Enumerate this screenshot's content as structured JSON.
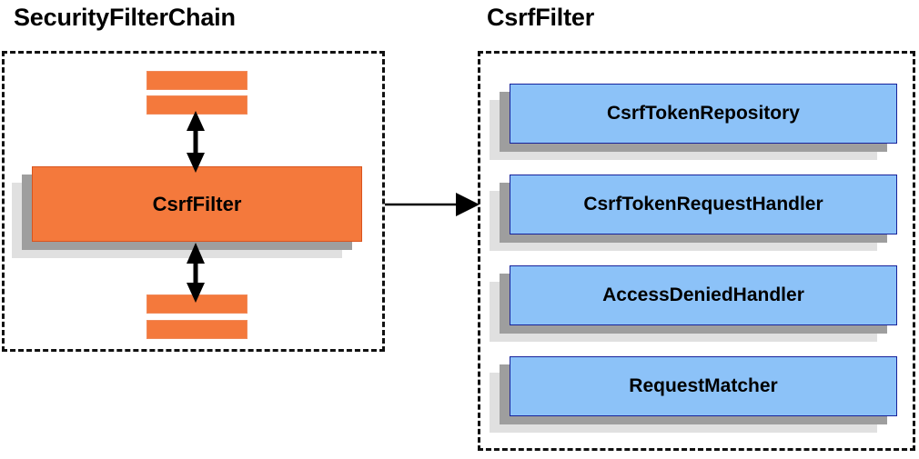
{
  "diagram": {
    "title_left": "SecurityFilterChain",
    "title_right": "CsrfFilter",
    "colors": {
      "orange_fill": "#F4793C",
      "orange_border": "#D9541E",
      "blue_fill": "#8CC2F8",
      "blue_border": "#16229B",
      "shadow_near": "#9E9E9E",
      "shadow_far": "#E0E0E0",
      "panel_border": "#111111",
      "text": "#000000"
    }
  },
  "left_panel": {
    "title": "SecurityFilterChain",
    "filter_box": {
      "label": "CsrfFilter"
    },
    "bars_above": [
      {
        "label": ""
      },
      {
        "label": ""
      }
    ],
    "bars_below": [
      {
        "label": ""
      },
      {
        "label": ""
      }
    ],
    "arrows": {
      "top": "double-headed-vertical",
      "bottom": "double-headed-vertical"
    }
  },
  "right_panel": {
    "title": "CsrfFilter",
    "components": [
      {
        "label": "CsrfTokenRepository"
      },
      {
        "label": "CsrfTokenRequestHandler"
      },
      {
        "label": "AccessDeniedHandler"
      },
      {
        "label": "RequestMatcher"
      }
    ]
  },
  "connector": {
    "type": "single-headed-arrow-right",
    "from": "CsrfFilter",
    "to": "CsrfFilter detail panel"
  }
}
